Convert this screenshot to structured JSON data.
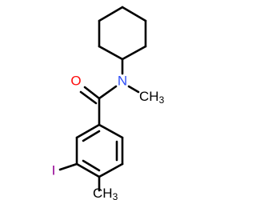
{
  "molecule": {
    "atoms": {
      "oxygen": {
        "symbol": "O",
        "color": "#ff0d0d"
      },
      "nitrogen": {
        "symbol": "N",
        "color": "#3050f8"
      },
      "n_methyl": {
        "symbol": "CH",
        "subscript": "3",
        "color": "#000000"
      },
      "iodine": {
        "symbol": "I",
        "color": "#940094"
      },
      "ring_methyl": {
        "symbol": "CH",
        "subscript": "3",
        "color": "#000000"
      }
    },
    "bond_color": "#000000"
  }
}
